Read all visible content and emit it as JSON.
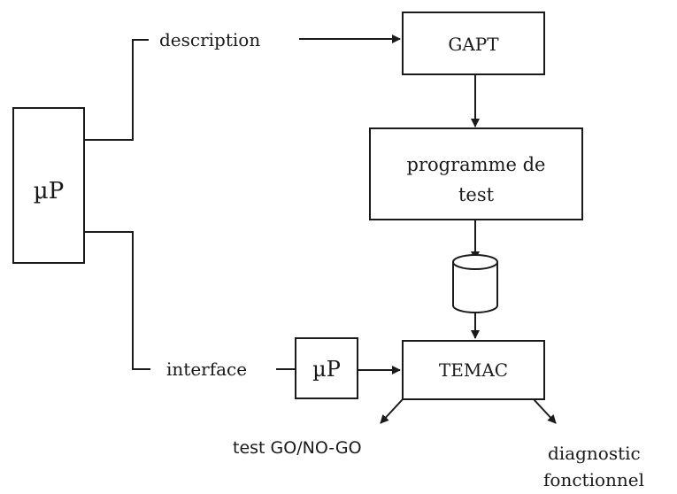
{
  "diagram": {
    "up_main": "µP",
    "description": "description",
    "gapt": "GAPT",
    "programme_line1": "programme de",
    "programme_line2": "test",
    "interface": "interface",
    "up_small": "µP",
    "temac": "TEMAC",
    "test_go": "test GO/NO-GO",
    "diag_line1": "diagnostic",
    "diag_line2": "fonctionnel"
  }
}
